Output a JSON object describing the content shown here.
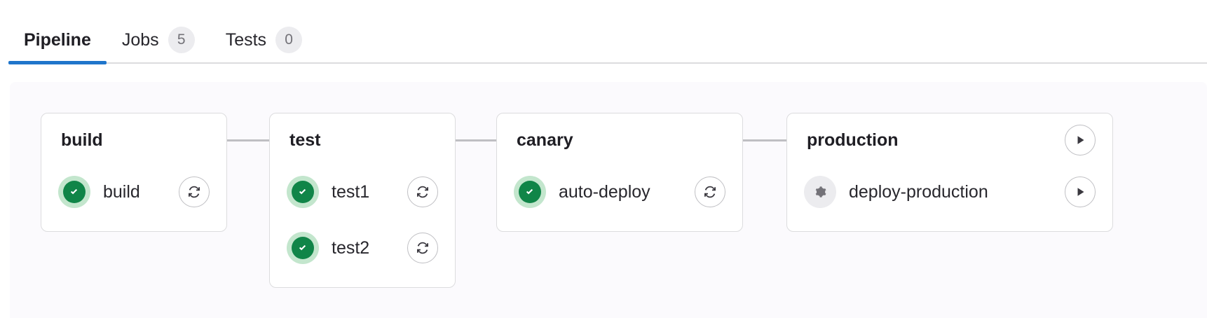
{
  "tabs": [
    {
      "label": "Pipeline",
      "badge": null,
      "active": true,
      "name": "tab-pipeline"
    },
    {
      "label": "Jobs",
      "badge": "5",
      "active": false,
      "name": "tab-jobs"
    },
    {
      "label": "Tests",
      "badge": "0",
      "active": false,
      "name": "tab-tests"
    }
  ],
  "colors": {
    "active_tab_underline": "#1f75cb",
    "success_icon": "#108548",
    "success_icon_halo": "#c3e6cd",
    "manual_icon": "#737278",
    "manual_icon_halo": "#ececef",
    "card_border": "#dcdcde",
    "panel_background": "#fbfafd",
    "connector_line": "#bfbfc3"
  },
  "pipeline": {
    "stages": [
      {
        "name": "build",
        "title": "build",
        "header_action": null,
        "jobs": [
          {
            "name": "build",
            "status": "success",
            "status_icon": "status-success-icon",
            "action": "retry",
            "action_icon": "retry-icon"
          }
        ]
      },
      {
        "name": "test",
        "title": "test",
        "header_action": null,
        "jobs": [
          {
            "name": "test1",
            "status": "success",
            "status_icon": "status-success-icon",
            "action": "retry",
            "action_icon": "retry-icon"
          },
          {
            "name": "test2",
            "status": "success",
            "status_icon": "status-success-icon",
            "action": "retry",
            "action_icon": "retry-icon"
          }
        ]
      },
      {
        "name": "canary",
        "title": "canary",
        "header_action": null,
        "jobs": [
          {
            "name": "auto-deploy",
            "status": "success",
            "status_icon": "status-success-icon",
            "action": "retry",
            "action_icon": "retry-icon"
          }
        ]
      },
      {
        "name": "production",
        "title": "production",
        "header_action": "play",
        "header_action_icon": "play-icon",
        "jobs": [
          {
            "name": "deploy-production",
            "status": "manual",
            "status_icon": "status-manual-icon",
            "action": "play",
            "action_icon": "play-icon"
          }
        ]
      }
    ]
  }
}
